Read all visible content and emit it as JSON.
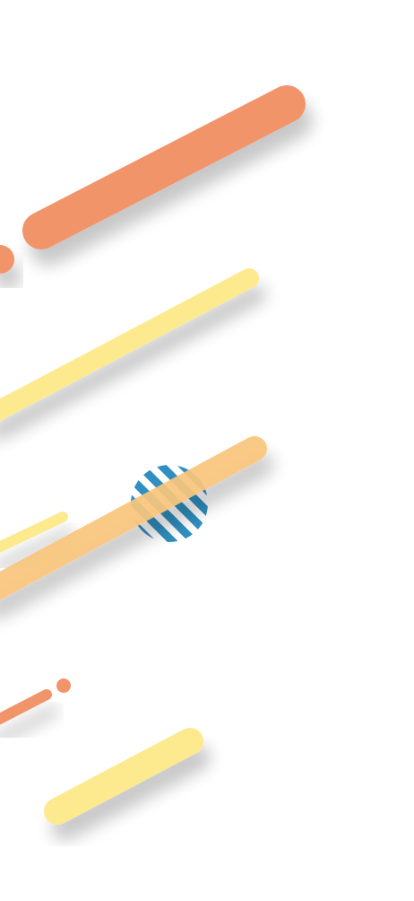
{
  "palette": {
    "background": "#ffffff",
    "coral": "#f2946a",
    "light_yellow": "#fde98e",
    "light_orange": "#f9c57c",
    "blue": "#2f8fc0",
    "shadow": "#000000"
  },
  "shapes": [
    {
      "name": "coral-stroke-large",
      "color": "coral"
    },
    {
      "name": "coral-dot-left",
      "color": "coral"
    },
    {
      "name": "yellow-stroke-long",
      "color": "light_yellow"
    },
    {
      "name": "yellow-stroke-small",
      "color": "light_yellow"
    },
    {
      "name": "orange-stroke-long",
      "color": "light_orange"
    },
    {
      "name": "blue-striped-circle",
      "color": "blue"
    },
    {
      "name": "coral-stroke-thin",
      "color": "coral"
    },
    {
      "name": "coral-dot-small",
      "color": "coral"
    },
    {
      "name": "yellow-stroke-bottom",
      "color": "light_yellow"
    }
  ]
}
